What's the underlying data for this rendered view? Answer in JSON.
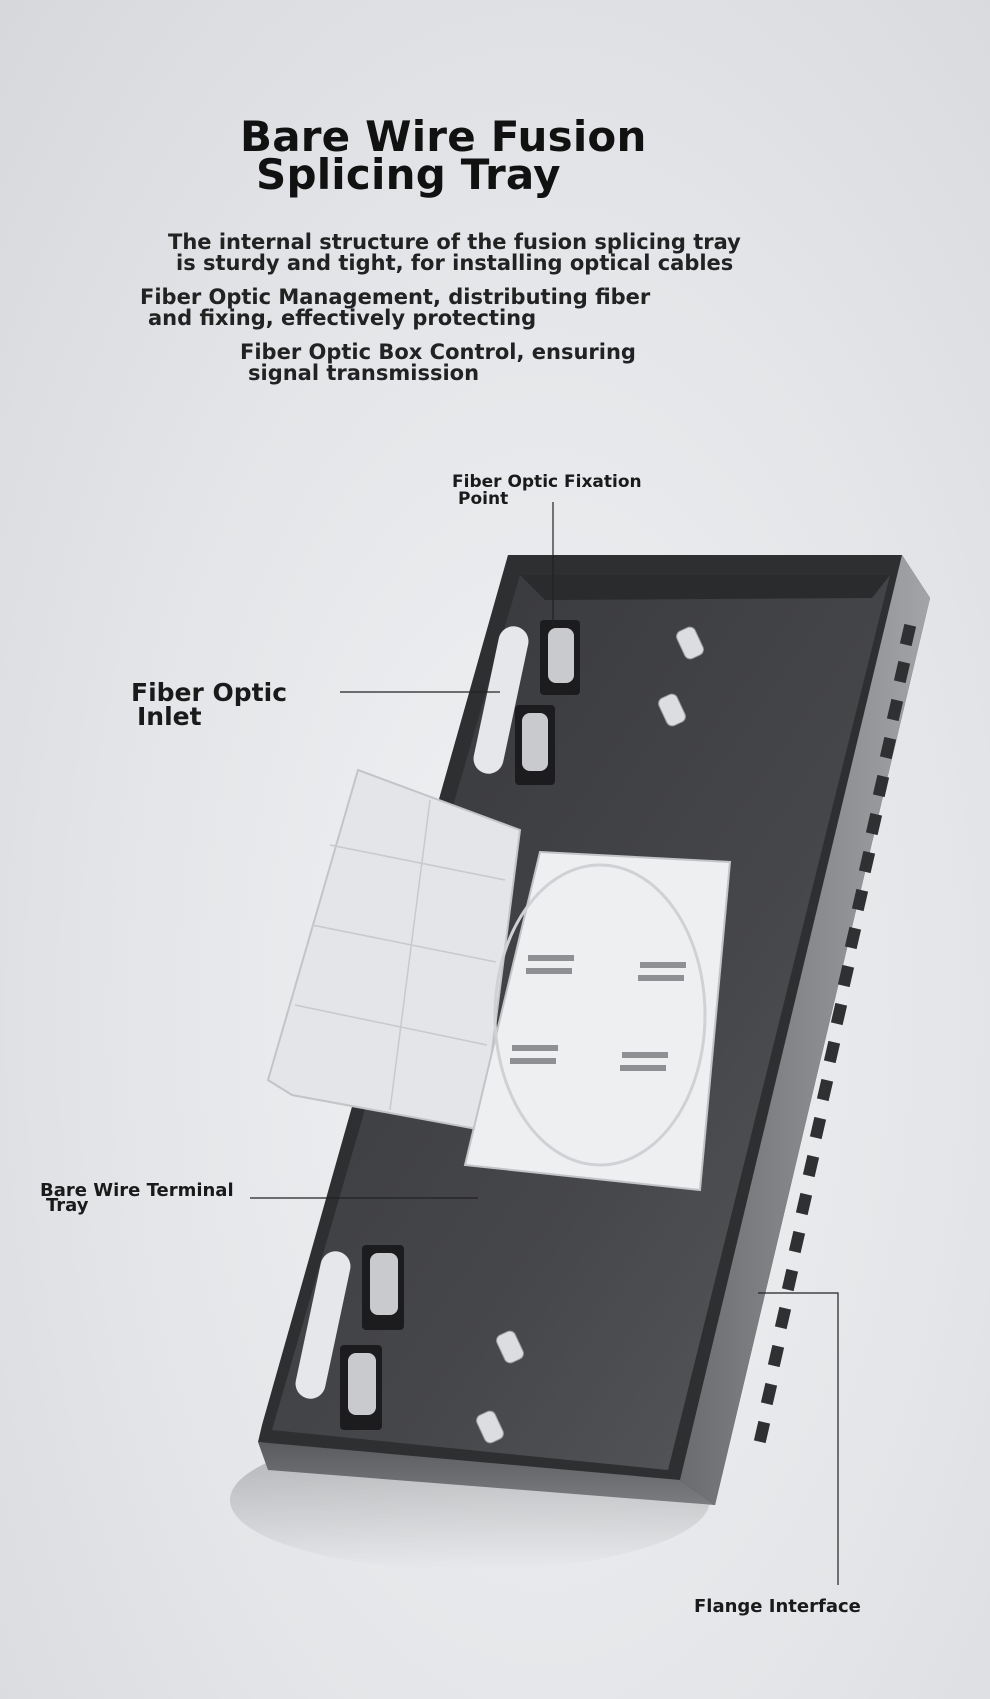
{
  "heading": {
    "line1": "Bare Wire Fusion",
    "line2": "Splicing Tray"
  },
  "descriptions": [
    {
      "line1": "The internal structure of the fusion splicing tray",
      "line2": "is sturdy and tight, for installing optical cables"
    },
    {
      "line1": "Fiber Optic Management, distributing fiber",
      "line2": "and fixing, effectively protecting"
    },
    {
      "line1": "Fiber Optic Box Control, ensuring",
      "line2": "signal transmission"
    }
  ],
  "callouts": {
    "fixation_point": {
      "line1": "Fiber Optic Fixation",
      "line2": "Point"
    },
    "inlet": {
      "line1": "Fiber Optic",
      "line2": "Inlet"
    },
    "terminal_tray": {
      "line1": "Bare Wire Terminal",
      "line2": "Tray"
    },
    "flange": {
      "line1": "Flange Interface"
    }
  },
  "colors": {
    "enclosure": "#3c3d3f",
    "enclosure_wall": "#8a8b8e",
    "tray": "#ecedef",
    "leader_line": "#222222"
  }
}
